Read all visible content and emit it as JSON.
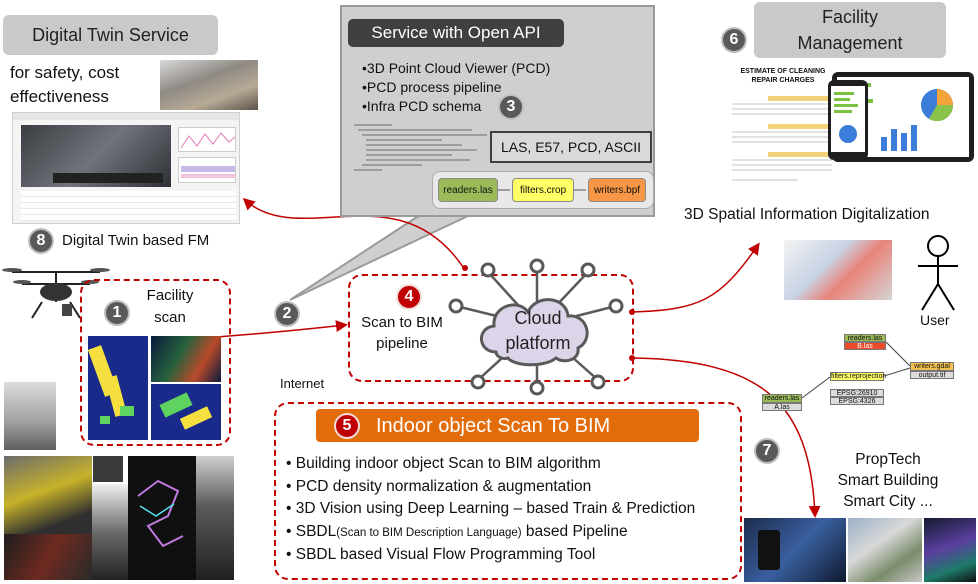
{
  "digital_twin": {
    "title": "Digital Twin Service",
    "subtitle_line1": "for safety, cost",
    "subtitle_line2": "effectiveness",
    "fm_label": "Digital Twin based FM",
    "fm_number": "8"
  },
  "open_api": {
    "title": "Service with Open API",
    "bullets": [
      "•3D Point Cloud Viewer (PCD)",
      "•PCD process pipeline",
      "•Infra PCD schema"
    ],
    "number": "3",
    "formats": "LAS, E57, PCD, ASCII",
    "pipeline": [
      "readers.las",
      "filters.crop",
      "writers.bpf"
    ]
  },
  "facility_mgmt": {
    "title_line1": "Facility",
    "title_line2": "Management",
    "number": "6",
    "doc_title_line1": "ESTIMATE OF CLEANING",
    "doc_title_line2": "REPAIR CHARGES",
    "spatial_label": "3D Spatial Information Digitalization"
  },
  "facility_scan": {
    "number": "1",
    "label_line1": "Facility",
    "label_line2": "scan"
  },
  "internet": {
    "number": "2",
    "label": "Internet"
  },
  "cloud": {
    "number": "4",
    "scan_line1": "Scan to BIM",
    "scan_line2": "pipeline",
    "label_line1": "Cloud",
    "label_line2": "platform"
  },
  "user": {
    "label": "User"
  },
  "indoor": {
    "number": "5",
    "title": "Indoor object Scan To BIM",
    "bullets": [
      "• Building indoor object Scan to BIM algorithm",
      "• PCD density normalization & augmentation",
      "• 3D Vision using Deep Learning – based Train & Prediction"
    ],
    "sbdl_prefix": "• SBDL",
    "sbdl_small": "(Scan to BIM Description Language)",
    "sbdl_suffix": " based Pipeline",
    "last_bullet": "• SBDL based Visual Flow Programming Tool"
  },
  "proptech": {
    "number": "7",
    "line1": "PropTech",
    "line2": "Smart Building",
    "line3": "Smart City ..."
  },
  "flow_graph": {
    "readers_las_top": "readers.las",
    "readers_las_bottom": "readers.las",
    "filters_reprojection": "filters.reprojection",
    "writers_gdal": "writers.gdal",
    "epsg_a": "EPSG:26910",
    "epsg_b": "EPSG:4326",
    "output": "output.tif",
    "a_las": "A.las",
    "b_las": "B.las"
  },
  "colors": {
    "accent_red": "#c00000",
    "orange": "#e36c0a",
    "gray_pill": "#c9c9c9",
    "node_gray": "#595959"
  }
}
